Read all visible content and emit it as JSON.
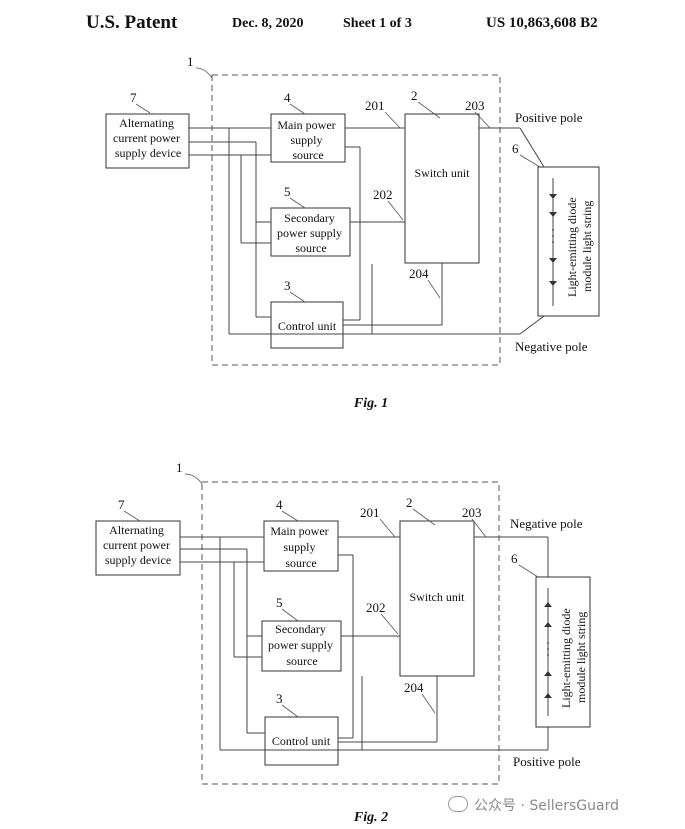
{
  "header": {
    "patent": "U.S. Patent",
    "date": "Dec. 8, 2020",
    "sheet": "Sheet 1 of 3",
    "number": "US 10,863,608 B2"
  },
  "fig1": {
    "caption": "Fig. 1",
    "ref_1": "1",
    "ref_2": "2",
    "ref_3": "3",
    "ref_4": "4",
    "ref_5": "5",
    "ref_6": "6",
    "ref_7": "7",
    "ref_201": "201",
    "ref_202": "202",
    "ref_203": "203",
    "ref_204": "204",
    "ac_lines": [
      "Alternating",
      "current power",
      "supply device"
    ],
    "main_lines": [
      "Main power",
      "supply",
      "source"
    ],
    "secondary_lines": [
      "Secondary",
      "power supply",
      "source"
    ],
    "control": "Control unit",
    "switch": "Switch unit",
    "led_lines": [
      "Light-emitting diode",
      "module light string"
    ],
    "top_pole": "Positive pole",
    "bottom_pole": "Negative pole"
  },
  "fig2": {
    "caption": "Fig. 2",
    "ref_1": "1",
    "ref_2": "2",
    "ref_3": "3",
    "ref_4": "4",
    "ref_5": "5",
    "ref_6": "6",
    "ref_7": "7",
    "ref_201": "201",
    "ref_202": "202",
    "ref_203": "203",
    "ref_204": "204",
    "ac_lines": [
      "Alternating",
      "current power",
      "supply device"
    ],
    "main_lines": [
      "Main power",
      "supply",
      "source"
    ],
    "secondary_lines": [
      "Secondary",
      "power supply",
      "source"
    ],
    "control": "Control unit",
    "switch": "Switch unit",
    "led_lines": [
      "Light-emitting diode",
      "module light string"
    ],
    "top_pole": "Negative pole",
    "bottom_pole": "Positive pole"
  },
  "watermark": {
    "text": "公众号 · SellersGuard"
  }
}
